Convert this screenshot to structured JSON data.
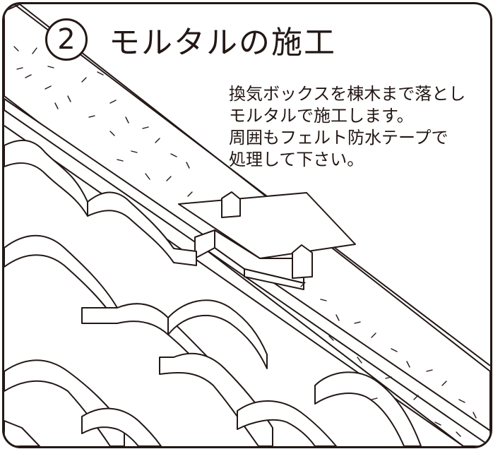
{
  "title": {
    "step_number": "2",
    "text": "モルタルの施工"
  },
  "instructions": [
    "換気ボックスを棟木まで落とし",
    "モルタルで施工します。",
    "周囲もフェルト防水テープで",
    "処理して下さい。"
  ],
  "colors": {
    "line": "#231815",
    "background": "#ffffff"
  },
  "icons": {
    "step_marker": "circled-number"
  }
}
